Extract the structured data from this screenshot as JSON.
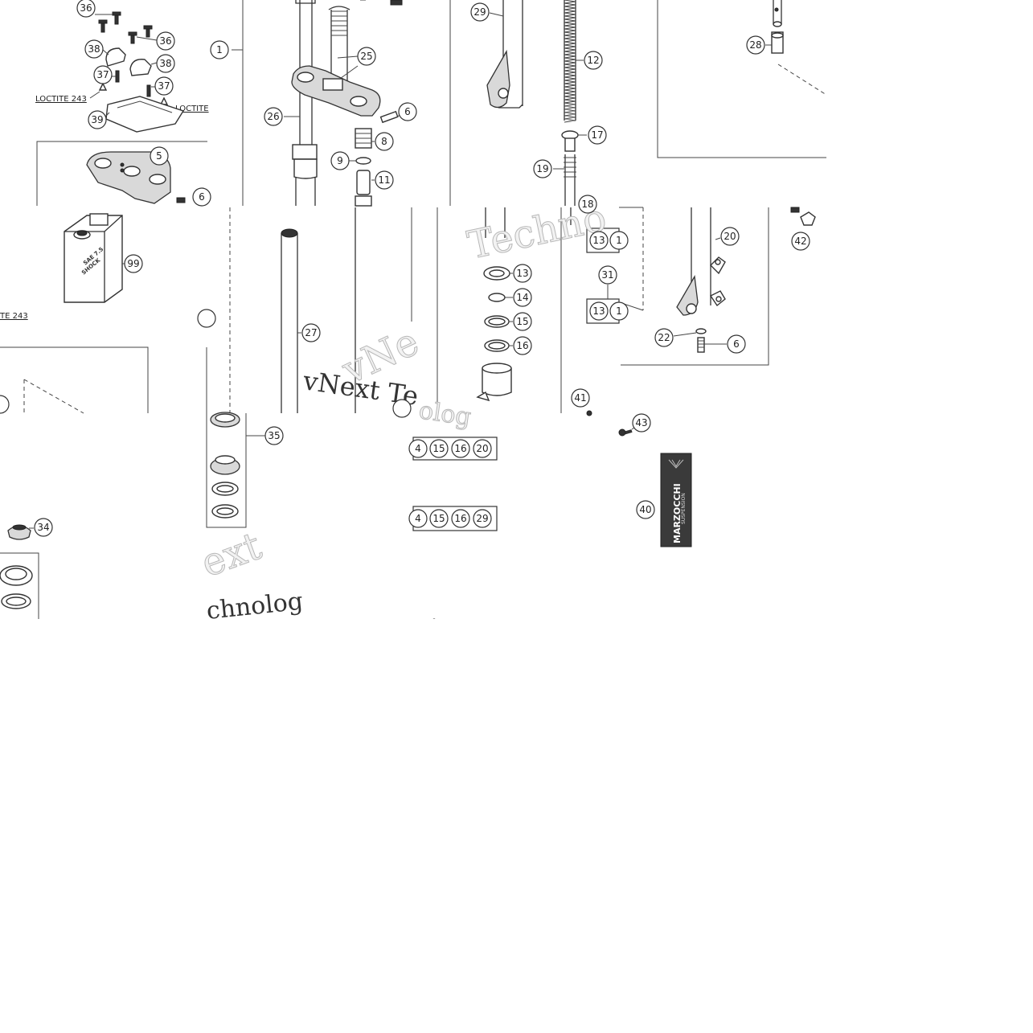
{
  "callouts": {
    "c1": "1",
    "c5": "5",
    "c6a": "6",
    "c6b": "6",
    "c6c": "6",
    "c8": "8",
    "c9": "9",
    "c11": "11",
    "c12": "12",
    "c13": "13",
    "c14": "14",
    "c15": "15",
    "c16": "16",
    "c17": "17",
    "c18": "18",
    "c19": "19",
    "c20": "20",
    "c22": "22",
    "c25": "25",
    "c26": "26",
    "c27": "27",
    "c28": "28",
    "c29": "29",
    "c31": "31",
    "c34": "34",
    "c35": "35",
    "c36a": "36",
    "c36b": "36",
    "c37a": "37",
    "c37b": "37",
    "c38a": "38",
    "c38b": "38",
    "c39": "39",
    "c40": "40",
    "c41": "41",
    "c42": "42",
    "c43": "43",
    "c99": "99"
  },
  "kits": {
    "kit_a": [
      "13",
      "1"
    ],
    "kit_b": [
      "13",
      "1"
    ],
    "kit_c": [
      "4",
      "15",
      "16",
      "20"
    ],
    "kit_d": [
      "4",
      "15",
      "16",
      "29"
    ]
  },
  "labels": {
    "loctite_1": "LOCTITE 243",
    "loctite_2": "LOCTITE",
    "loctite_3": "TE 243"
  },
  "brand": {
    "name": "MARZOCCHI",
    "sub": "SUSPENSION"
  },
  "oil_can": {
    "line1": "SAE 7.5",
    "line2": "SHOCK"
  },
  "watermarks": {
    "w1": "Techno",
    "w2": "vNe",
    "w3": "vNext Te",
    "w4": "ext",
    "w5": "chnolog",
    "w6": "olog"
  },
  "colors": {
    "line": "#333333",
    "watermark": "#b8b8b8",
    "brand_bg": "#3a3a3a"
  }
}
